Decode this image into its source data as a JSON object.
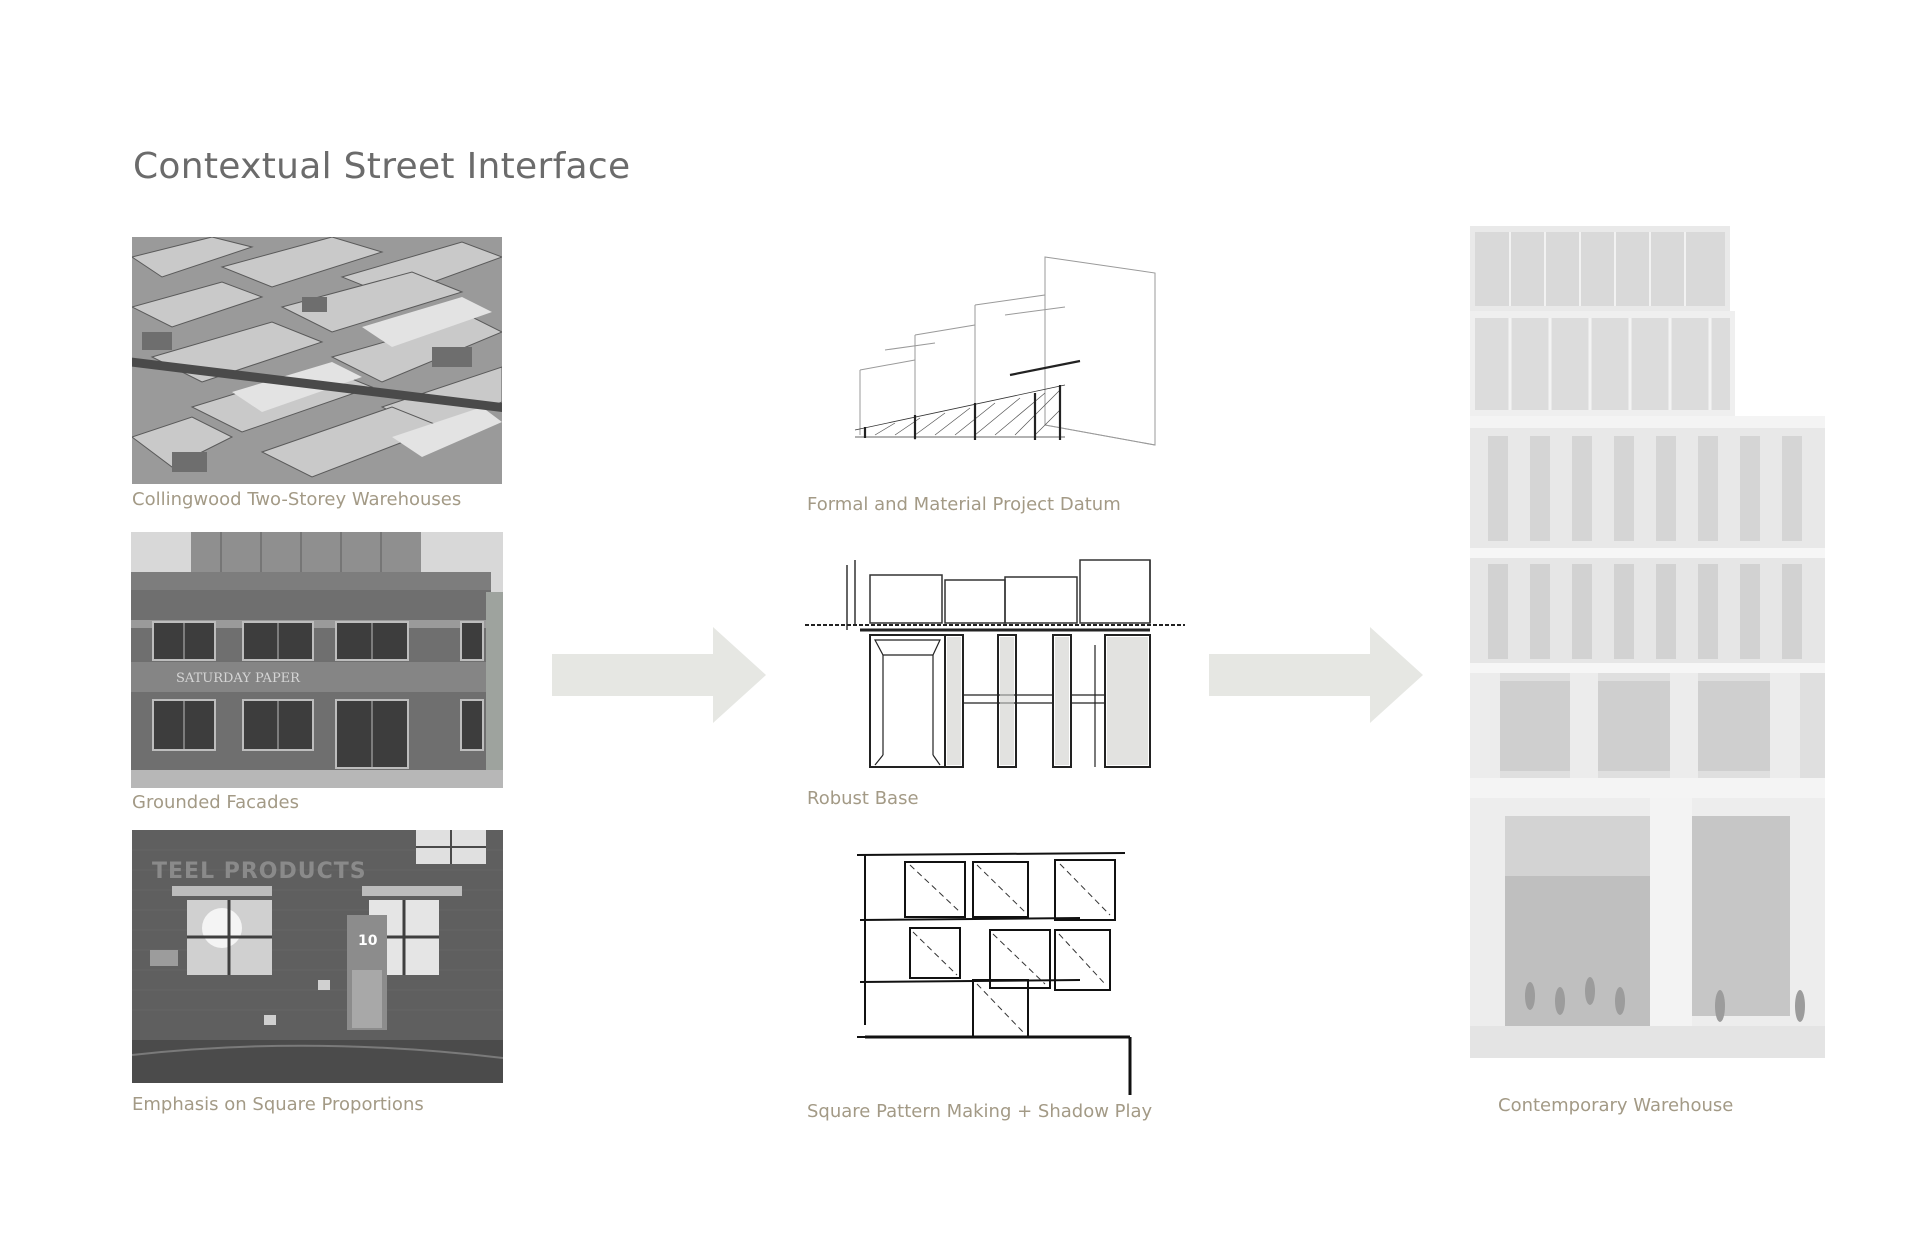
{
  "title": "Contextual Street Interface",
  "column_left": [
    {
      "caption": "Collingwood Two-Storey Warehouses"
    },
    {
      "caption": "Grounded Facades",
      "signage": "SATURDAY PAPER"
    },
    {
      "caption": "Emphasis on Square Proportions",
      "signage": "TEEL PRODUCTS",
      "door_number": "10"
    }
  ],
  "column_middle": [
    {
      "caption": "Formal and Material Project Datum"
    },
    {
      "caption": "Robust Base"
    },
    {
      "caption": "Square Pattern Making + Shadow Play"
    }
  ],
  "column_right": {
    "caption": "Contemporary Warehouse"
  },
  "colors": {
    "arrow": "#e6e7e3",
    "caption": "#a39a86",
    "title": "#6b6b6b"
  }
}
